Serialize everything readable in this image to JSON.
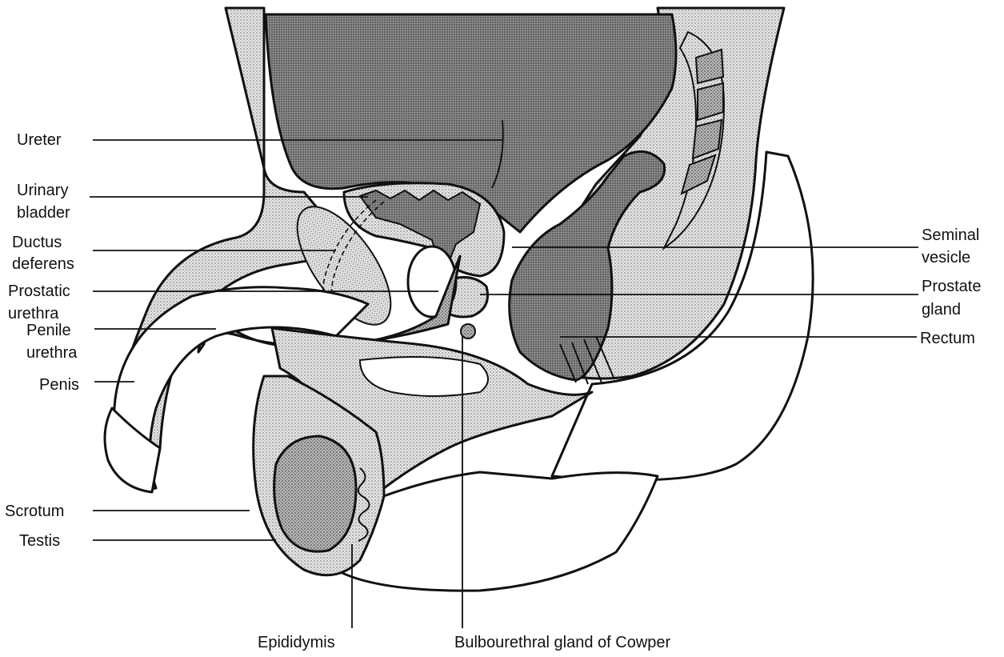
{
  "colors": {
    "background": "#ffffff",
    "line": "#111111",
    "stipple_light": "#cfcfcf",
    "stipple_medium": "#9e9e9e",
    "stipple_dark": "#5f5f5f",
    "bladder_fill": "#6a6a6a"
  },
  "labels": {
    "ureter": "Ureter",
    "urinary_bladder": [
      "Urinary",
      "bladder"
    ],
    "ductus_deferens": [
      "Ductus",
      "deferens"
    ],
    "prostatic_urethra": [
      "Prostatic",
      "urethra"
    ],
    "penile_urethra": [
      "Penile",
      "urethra"
    ],
    "penis": "Penis",
    "scrotum": "Scrotum",
    "testis": "Testis",
    "seminal_vesicle": [
      "Seminal",
      "vesicle"
    ],
    "prostate_gland": [
      "Prostate",
      "gland"
    ],
    "rectum": "Rectum",
    "epididymis": "Epididymis",
    "bulbourethral_gland": "Bulbourethral gland of Cowper"
  }
}
